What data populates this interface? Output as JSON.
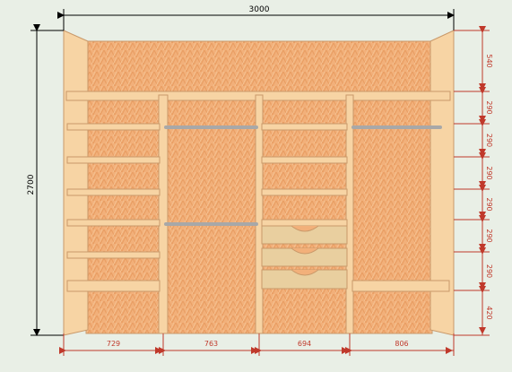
{
  "dimensions": {
    "total_width": "3000",
    "total_height": "2700",
    "section_widths": [
      "729",
      "763",
      "694",
      "806"
    ],
    "shelf_heights": [
      "540",
      "290",
      "290",
      "290",
      "290",
      "290",
      "290",
      "420"
    ]
  },
  "colors": {
    "background": "#e9efe6",
    "panel_fill": "#f7d4a4",
    "panel_stroke": "#c9996a",
    "back_wall": "#f2b07a",
    "dimension_line": "#000000",
    "dimension_red": "#c0392b",
    "rail": "#a8a8a8",
    "drawer": "#e9cf9f"
  }
}
